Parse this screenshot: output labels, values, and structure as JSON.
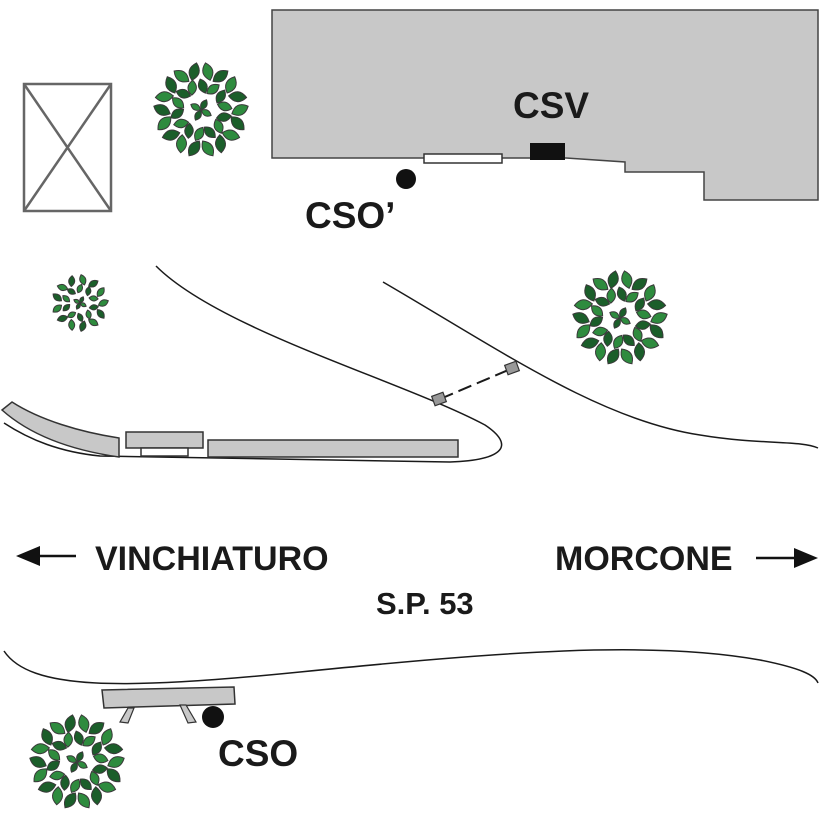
{
  "labels": {
    "csv": "CSV",
    "cso_prime": "CSO’",
    "cso": "CSO",
    "west_direction": "VINCHIATURO",
    "east_direction": "MORCONE",
    "road_name": "S.P. 53"
  },
  "colors": {
    "building": "#c8c8c8",
    "outline": "#333333",
    "line": "#1a1a1a",
    "tree_light": "#2e8b3e",
    "tree_dark": "#1b5e2a",
    "tree_outline": "#3a3a3a"
  },
  "icons": {
    "tree": "tree-icon",
    "station": "circle-marker-icon",
    "arrow_left": "arrow-left-icon",
    "arrow_right": "arrow-right-icon",
    "crossed_box": "crossed-box-icon"
  }
}
